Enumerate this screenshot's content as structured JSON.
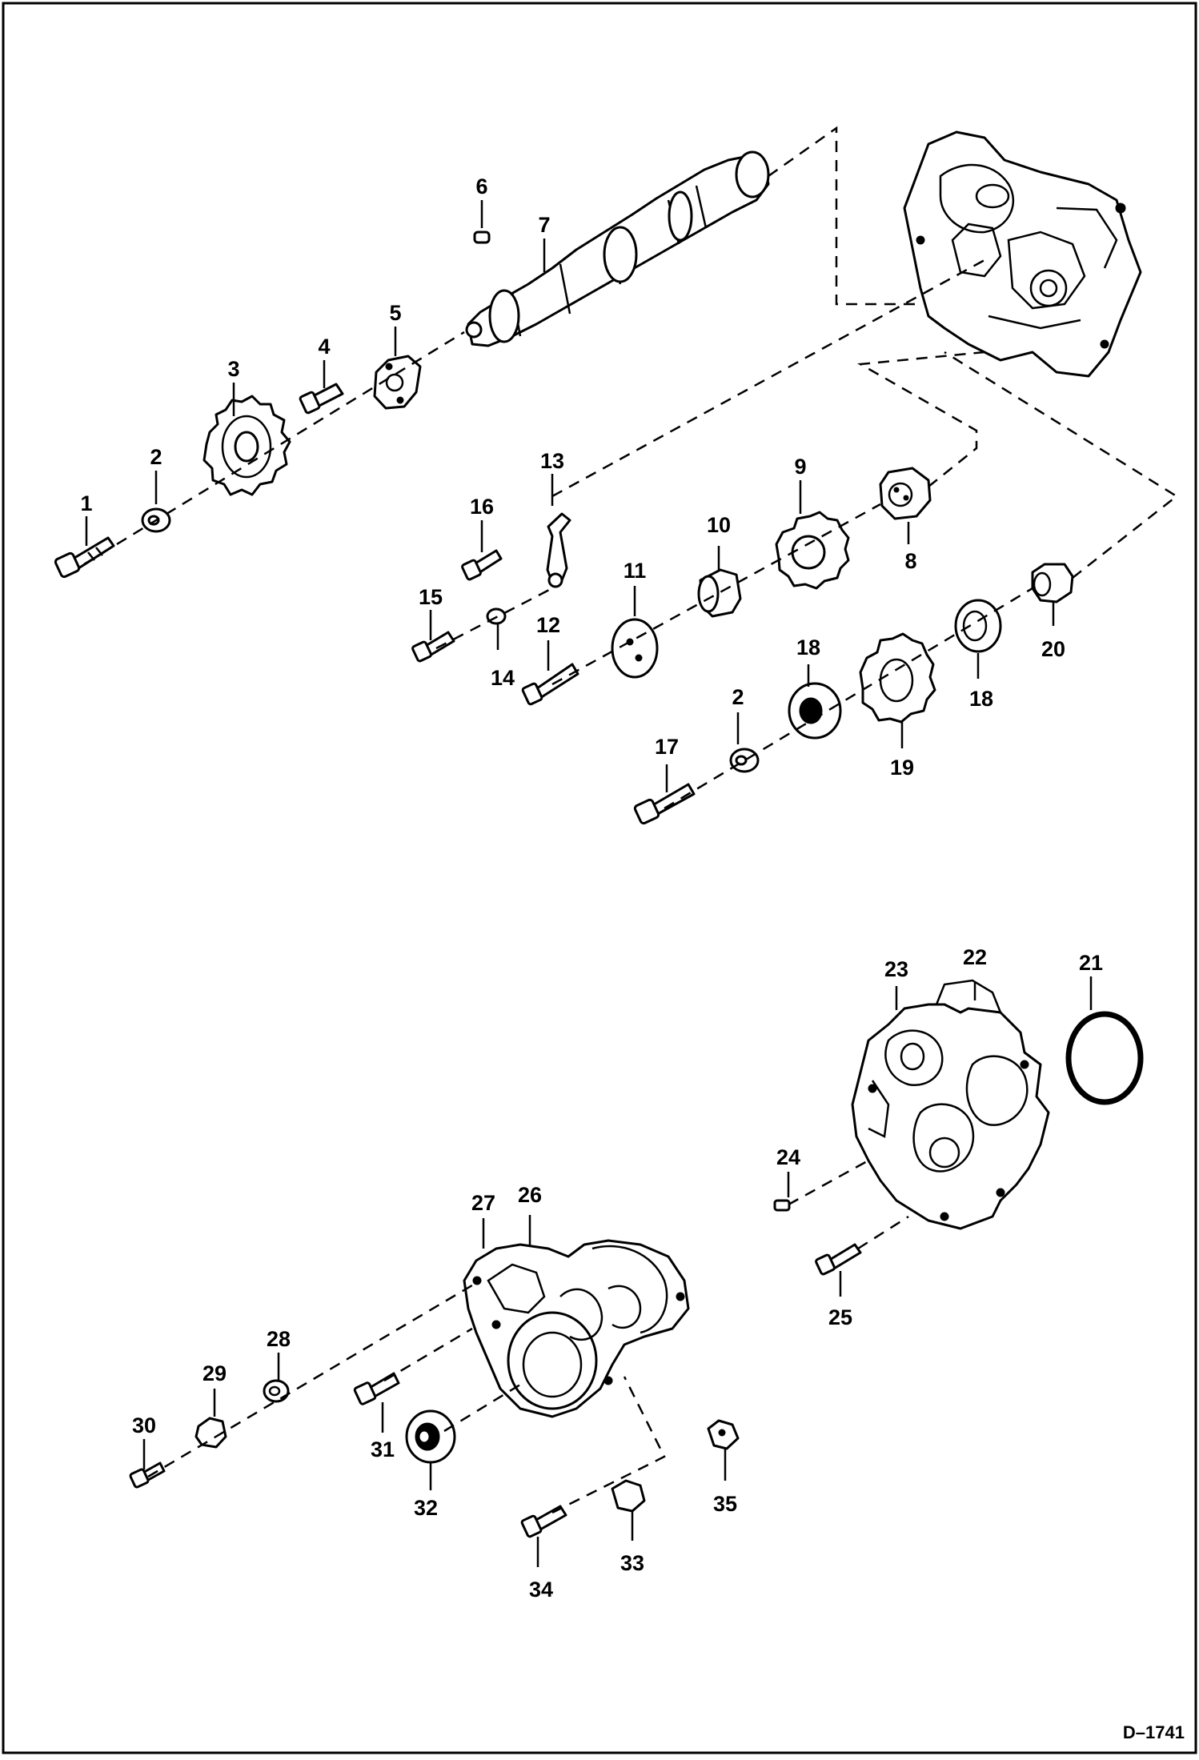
{
  "drawing": {
    "reference": "D–1741",
    "callouts": [
      "1",
      "2",
      "3",
      "4",
      "5",
      "6",
      "7",
      "8",
      "9",
      "10",
      "11",
      "12",
      "13",
      "14",
      "15",
      "16",
      "17",
      "2",
      "18",
      "18",
      "19",
      "20",
      "21",
      "22",
      "23",
      "24",
      "25",
      "26",
      "27",
      "28",
      "29",
      "30",
      "31",
      "32",
      "33",
      "34",
      "35"
    ]
  }
}
